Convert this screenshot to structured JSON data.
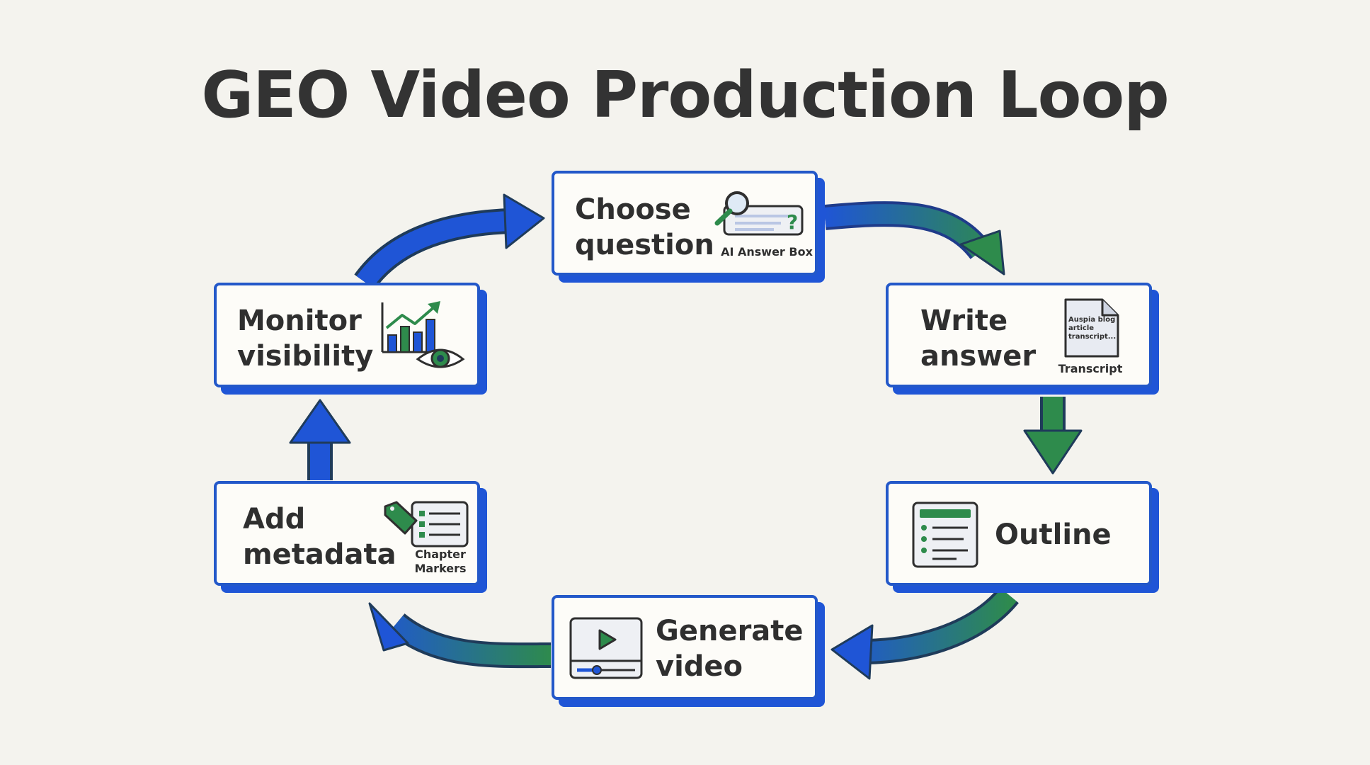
{
  "title": "GEO Video Production Loop",
  "colors": {
    "background": "#f4f3ee",
    "box_border": "#2358c9",
    "box_shadow": "#1f55d6",
    "arrow_blue": "#1f55d6",
    "arrow_green": "#2e8b4c",
    "icon_green": "#2e8b4c"
  },
  "steps": [
    {
      "label": "Choose\nquestion",
      "icon": "search-answer-box-icon",
      "caption": "AI Answer Box"
    },
    {
      "label": "Write\nanswer",
      "icon": "document-icon",
      "doc_text": "Auspia blog\narticle\ntranscript...",
      "caption": "Transcript"
    },
    {
      "label": "Outline",
      "icon": "outline-list-icon"
    },
    {
      "label": "Generate\nvideo",
      "icon": "video-player-icon"
    },
    {
      "label": "Add\nmetadata",
      "icon": "tag-list-icon",
      "caption": "Chapter\nMarkers"
    },
    {
      "label": "Monitor\nvisibility",
      "icon": "chart-eye-icon"
    }
  ]
}
